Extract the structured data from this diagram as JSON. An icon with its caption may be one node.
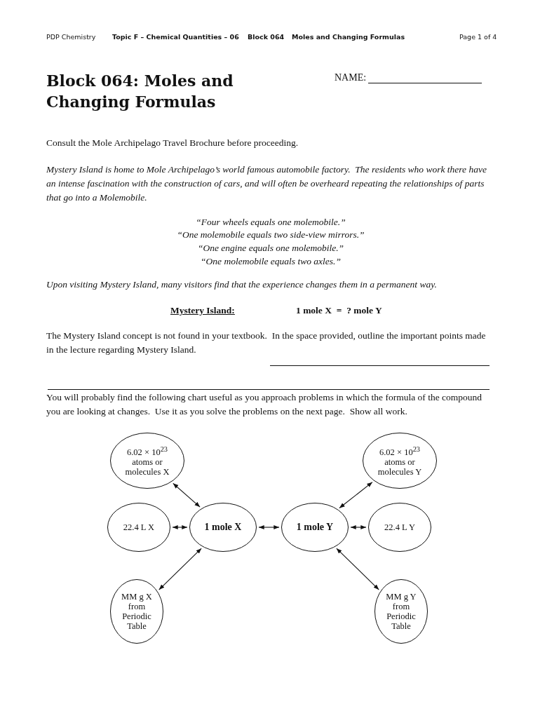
{
  "diagram": {
    "title": "Block 064: Moles and Changing Formulas",
    "nodes": [
      {
        "text": [
          "6.02 × 10$^{23}$ atoms or molecules X"
        ]
      },
      {
        "text": [
          "6.02 × 10$^{23}$ atoms or molecules Y"
        ]
      },
      {
        "text": [
          "22.4 L X"
        ]
      },
      {
        "text": [
          "1 mole X"
        ]
      },
      {
        "text": [
          "1 mole Y"
        ]
      },
      {
        "text": [
          "22.4 L Y"
        ]
      },
      {
        "text": [
          "MM g X from Periodic Table"
        ]
      },
      {
        "text": [
          "MM g Y from Periodic Table"
        ]
      }
    ],
    "edges": [
      {
        "from": 0,
        "to": 3,
        "arrow": "both"
      },
      {
        "from": 2,
        "to": 3,
        "arrow": "both"
      },
      {
        "from": 6,
        "to": 3,
        "arrow": "both"
      },
      {
        "from": 3,
        "to": 4,
        "arrow": "both"
      },
      {
        "from": 1,
        "to": 4,
        "arrow": "both"
      },
      {
        "from": 5,
        "to": 4,
        "arrow": "both"
      },
      {
        "from": 7,
        "to": 4,
        "arrow": "both"
      }
    ],
    "labels": [
      "PDP Chemistry",
      "Topic F – Chemical Quantities – 06",
      "Block 064",
      "Moles and Changing Formulas",
      "Page 1 of 4",
      "NAME:",
      "Consult the Mole Archipelago Travel Brochure before proceeding.",
      "Mystery Island is home to Mole Archipelago’s world famous automobile factory.  The residents who work there have an intense fascination with the construction of cars, and will often be overheard repeating the relationships of parts that go into a Molemobile.",
      "“Four wheels equals one molemobile.”",
      "“One molemobile equals two side-view mirrors.”",
      "“One engine equals one molemobile.”",
      "“One molemobile equals two axles.”",
      "Upon visiting Mystery Island, many visitors find that the experience changes them in a permanent way.",
      "Mystery Island:",
      "1 mole X  =  ? mole Y",
      "The Mystery Island concept is not found in your textbook.  In the space provided, outline the important points made in the lecture regarding Mystery Island.",
      "You will probably find the following chart useful as you approach problems in which the formula of the compound you are looking at changes.  Use it as you solve the problems on the next page.  Show all work."
    ]
  }
}
